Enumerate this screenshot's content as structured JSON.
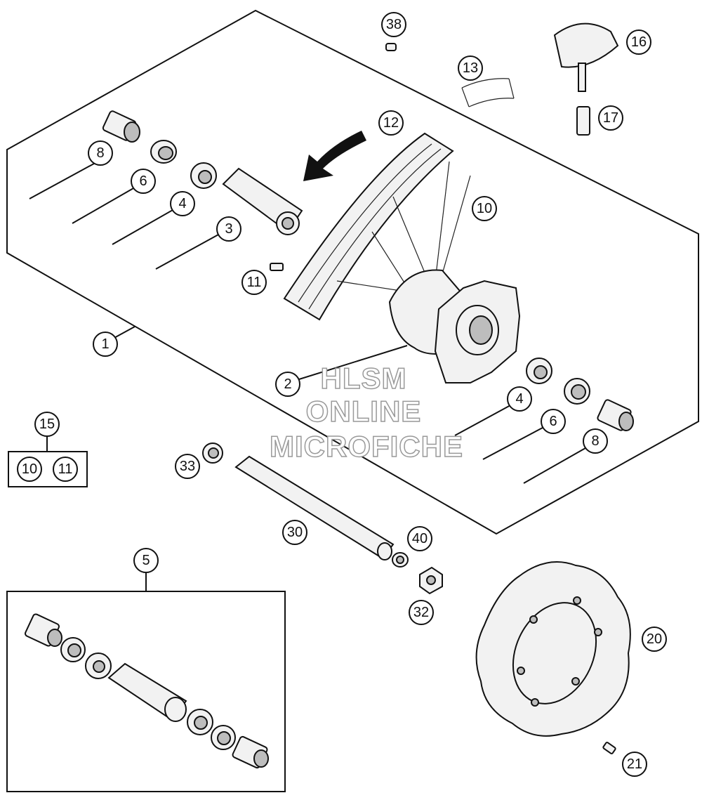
{
  "watermark": {
    "line1": "HLSM",
    "line2": "ONLINE",
    "line3": "MICROFICHE"
  },
  "callouts": {
    "c1": "1",
    "c2": "2",
    "c3": "3",
    "c4a": "4",
    "c4b": "4",
    "c5": "5",
    "c6a": "6",
    "c6b": "6",
    "c8a": "8",
    "c8b": "8",
    "c10a": "10",
    "c10b": "10",
    "c11a": "11",
    "c11b": "11",
    "c12": "12",
    "c13": "13",
    "c15": "15",
    "c16": "16",
    "c17": "17",
    "c20": "20",
    "c21": "21",
    "c30": "30",
    "c32": "32",
    "c33": "33",
    "c38": "38",
    "c40": "40"
  }
}
